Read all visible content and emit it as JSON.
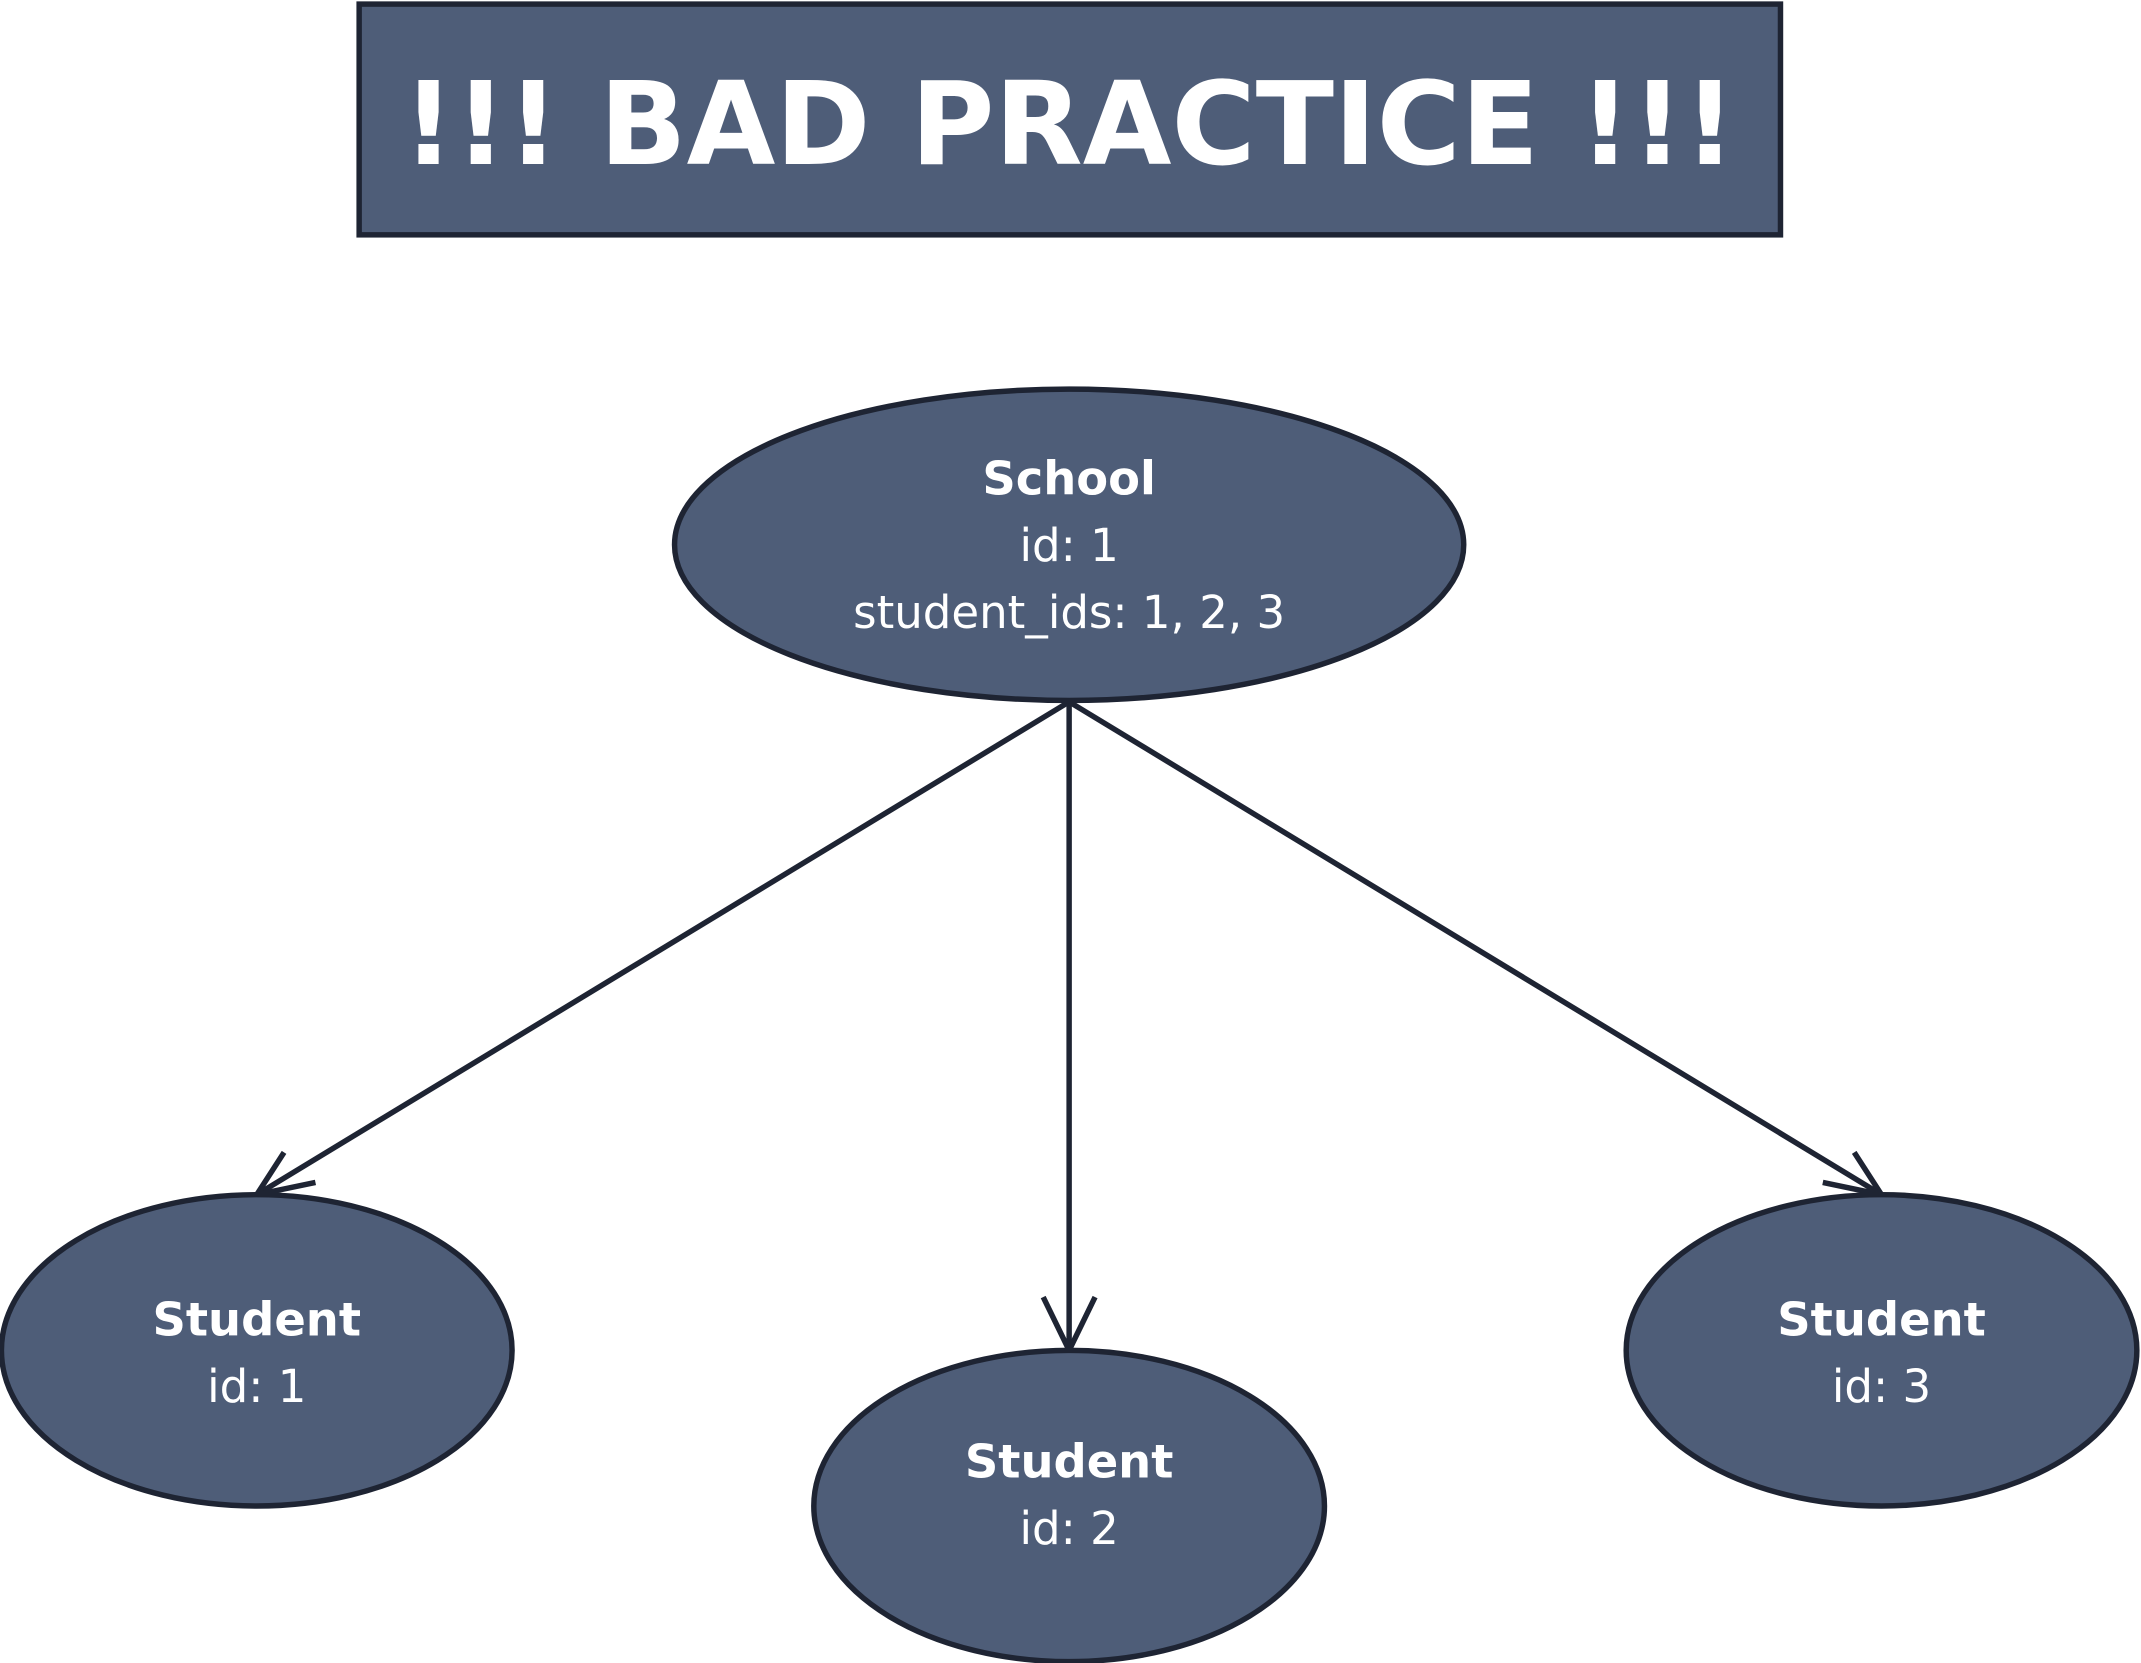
{
  "title": "!!! BAD PRACTICE !!!",
  "colors": {
    "node_fill": "#4e5d78",
    "stroke": "#1e2433",
    "text": "#ffffff"
  },
  "school": {
    "name": "School",
    "id": "id: 1",
    "student_ids": "student_ids: 1, 2, 3"
  },
  "students": [
    {
      "name": "Student",
      "id": "id: 1"
    },
    {
      "name": "Student",
      "id": "id: 2"
    },
    {
      "name": "Student",
      "id": "id: 3"
    }
  ]
}
